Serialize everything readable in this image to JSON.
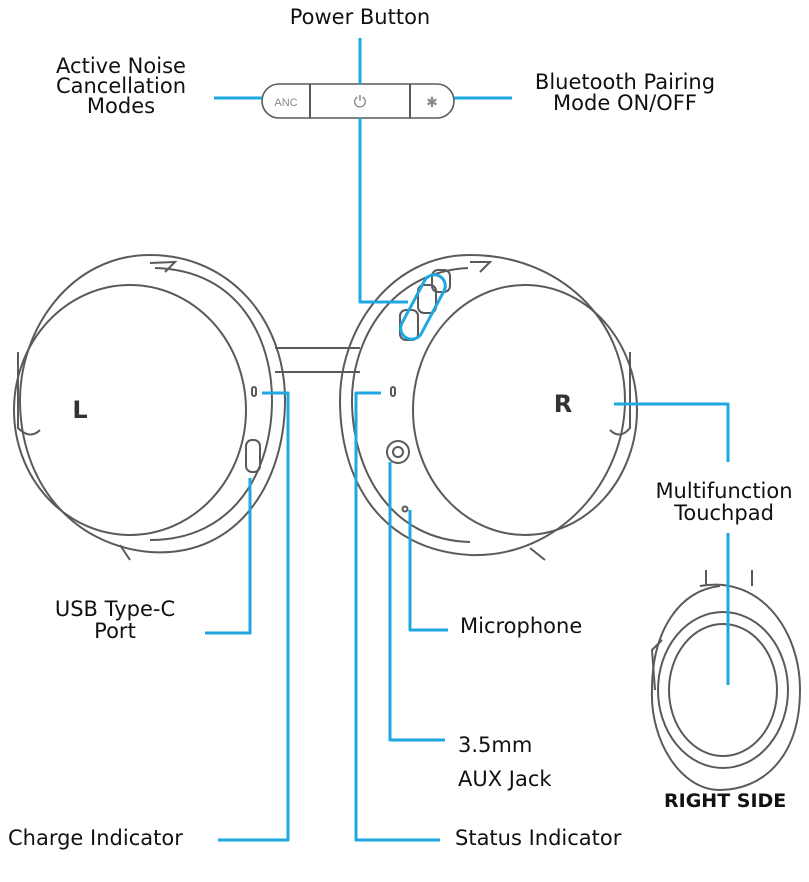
{
  "labels": {
    "power": "Power Button",
    "anc": [
      "Active Noise",
      "Cancellation",
      "Modes"
    ],
    "bt": [
      "Bluetooth Pairing",
      "Mode ON/OFF"
    ],
    "multi": [
      "Multifunction",
      "Touchpad"
    ],
    "usb": [
      "USB Type-C",
      "Port"
    ],
    "mic": "Microphone",
    "aux": [
      "3.5mm",
      "AUX Jack"
    ],
    "charge": "Charge Indicator",
    "status": "Status Indicator",
    "right_side": "RIGHT SIDE"
  },
  "buttons": {
    "anc": "ANC",
    "power": "⏻",
    "bt": "✱"
  },
  "cup_letters": {
    "left": "L",
    "right": "R"
  },
  "colors": {
    "callout": "#1ea7e1",
    "outline": "#5a5a5a",
    "text": "#111111"
  }
}
